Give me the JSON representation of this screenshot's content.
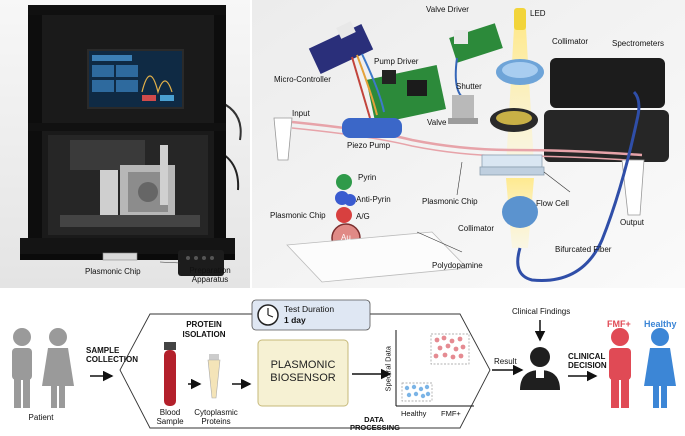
{
  "top_left": {
    "chip_label": "Plasmonic Chip",
    "apparatus_label_line1": "Preparation",
    "apparatus_label_line2": "Apparatus"
  },
  "top_right": {
    "labels": {
      "micro_controller": "Micro-Controller",
      "pump_driver": "Pump Driver",
      "valve_driver": "Valve Driver",
      "led": "LED",
      "collimator_top": "Collimator",
      "spectrometers": "Spectrometers",
      "input": "Input",
      "shutter": "Shutter",
      "valve": "Valve",
      "piezo_pump": "Piezo Pump",
      "pyrin": "Pyrin",
      "anti_pyrin": "Anti-Pyrin",
      "ag": "A/G",
      "plasmonic_chip_left": "Plasmonic Chip",
      "au": "Au",
      "plasmonic_chip_center": "Plasmonic Chip",
      "flow_cell": "Flow Cell",
      "output": "Output",
      "collimator_bottom": "Collimator",
      "polydopamine": "Polydopamine",
      "bifurcated_fiber": "Bifurcated Fiber"
    }
  },
  "workflow": {
    "patient_label": "Patient",
    "sample_collection_line1": "SAMPLE",
    "sample_collection_line2": "COLLECTION",
    "protein_isolation_line1": "PROTEIN",
    "protein_isolation_line2": "ISOLATION",
    "test_duration_label": "Test Duration",
    "test_duration_value": "1 day",
    "blood_sample_line1": "Blood",
    "blood_sample_line2": "Sample",
    "cytoplasmic_line1": "Cytoplasmic",
    "cytoplasmic_line2": "Proteins",
    "biosensor_line1": "PLASMONIC",
    "biosensor_line2": "BIOSENSOR",
    "spectral_axis": "Spectral Data",
    "healthy_axis": "Healthy",
    "fmf_axis": "FMF+",
    "data_processing_line1": "DATA",
    "data_processing_line2": "PROCESSING",
    "result_label": "Result",
    "clinical_findings": "Clinical Findings",
    "clinical_decision_line1": "CLINICAL",
    "clinical_decision_line2": "DECISION",
    "fmf_label": "FMF+",
    "healthy_label": "Healthy",
    "colors": {
      "fmf": "#e04a55",
      "healthy": "#3c86d6",
      "person": "#9a9a9a",
      "blood": "#b3202b"
    }
  }
}
